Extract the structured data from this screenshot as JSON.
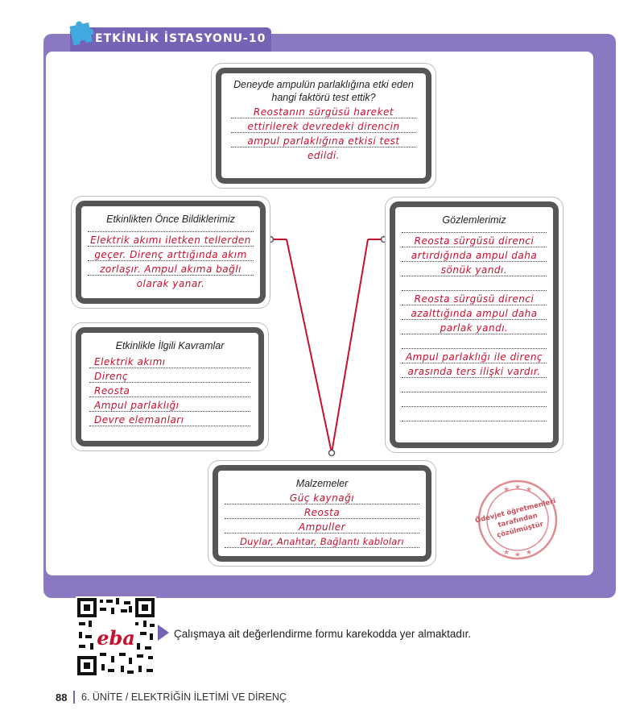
{
  "header": {
    "title": "ETKİNLİK İSTASYONU-10"
  },
  "cards": {
    "question": {
      "title_line1": "Deneyde ampulün parlaklığına etki eden",
      "title_line2": "hangi faktörü test ettik?",
      "answer": [
        "Reostanın sürgüsü hareket",
        "ettirilerek devredeki direncin",
        "ampul parlaklığına etkisi test",
        "edildi."
      ]
    },
    "prior": {
      "title": "Etkinlikten Önce Bildiklerimiz",
      "answer": [
        "Elektrik akımı iletken tellerden",
        "geçer. Direnç arttığında akım",
        "zorlaşır. Ampul akıma bağlı",
        "olarak yanar."
      ]
    },
    "concepts": {
      "title": "Etkinlikle İlgili Kavramlar",
      "items": [
        "Elektrik akımı",
        "Direnç",
        "Reosta",
        "Ampul parlaklığı",
        "Devre elemanları"
      ]
    },
    "observations": {
      "title": "Gözlemlerimiz",
      "lines": [
        "Reosta sürgüsü direnci",
        "artırdığında ampul daha",
        "sönük yandı.",
        "",
        "Reosta sürgüsü direnci",
        "azalttığında ampul daha",
        "parlak yandı.",
        "",
        "Ampul parlaklığı ile direnç",
        "arasında ters ilişki vardır.",
        "",
        "",
        ""
      ]
    },
    "materials": {
      "title": "Malzemeler",
      "items": [
        "Güç kaynağı",
        "Reosta",
        "Ampuller",
        "Duylar, Anahtar, Bağlantı kabloları"
      ]
    }
  },
  "stamp": {
    "line1": "Ödevjet öğretmenleri",
    "line2": "tarafından",
    "line3": "çözülmüştür"
  },
  "qr": {
    "logo_text": "eba",
    "note": "Çalışmaya ait değerlendirme formu karekodda yer almaktadır."
  },
  "footer": {
    "page_number": "88",
    "text": "6. ÜNİTE / ELEKTRİĞİN İLETİMİ VE DİRENÇ"
  },
  "colors": {
    "accent": "#7563b5",
    "frame": "#8a78c0",
    "handwriting": "#c8102e",
    "connector": "#c8102e",
    "card_border": "#565656"
  }
}
